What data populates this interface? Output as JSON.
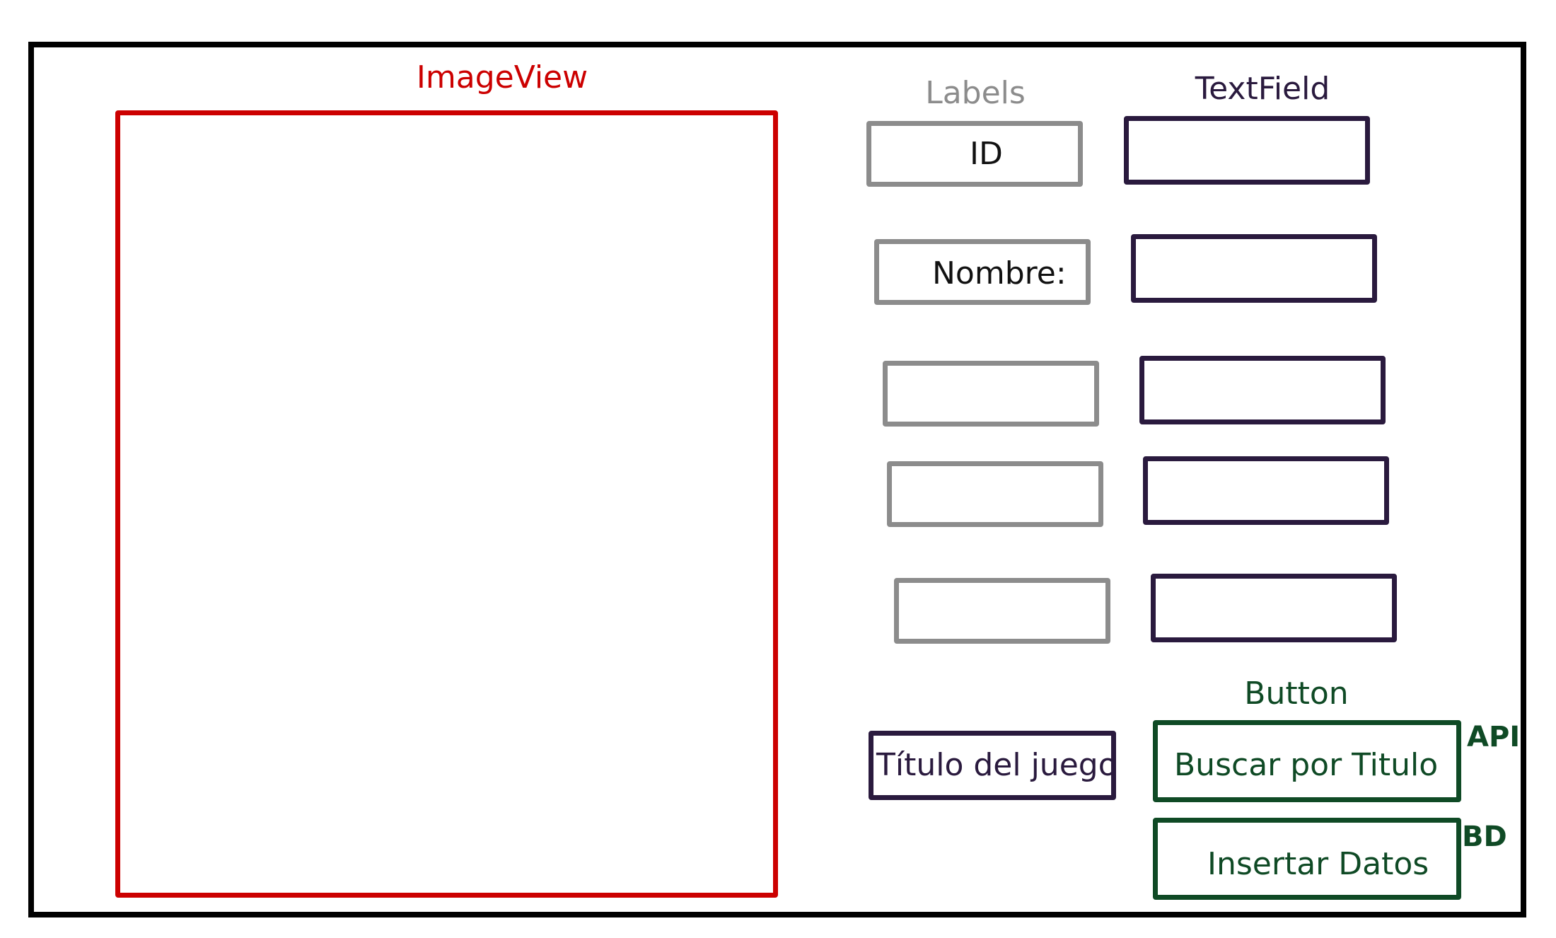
{
  "colors": {
    "frame": "#000000",
    "image_view": "#cc0000",
    "labels": "#8c8c8c",
    "text_fields": "#2a1a3e",
    "buttons": "#0f4a25",
    "text": "#111111"
  },
  "captions": {
    "image_view": "ImageView",
    "labels": "Labels",
    "text_field": "TextField",
    "button": "Button"
  },
  "labels": [
    {
      "text": "ID"
    },
    {
      "text": "Nombre:"
    },
    {
      "text": ""
    },
    {
      "text": ""
    },
    {
      "text": ""
    }
  ],
  "text_fields": [
    {
      "value": ""
    },
    {
      "value": ""
    },
    {
      "value": ""
    },
    {
      "value": ""
    },
    {
      "value": ""
    }
  ],
  "title_label": "Título del juego",
  "buttons": {
    "search": {
      "label": "Buscar por Titulo",
      "tag": "API"
    },
    "insert": {
      "label": "Insertar Datos",
      "tag": "BD"
    }
  }
}
